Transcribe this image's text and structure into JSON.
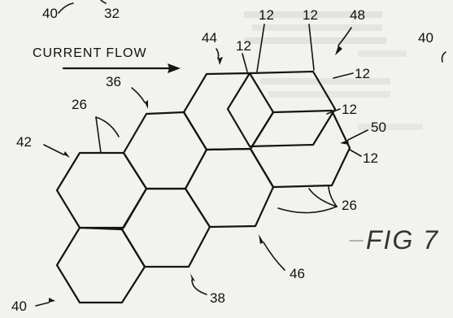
{
  "labels": {
    "top_40": "40",
    "top_32": "32",
    "r1": "12",
    "r2": "12",
    "r48": "48",
    "right_40": "40",
    "r44": "44",
    "r12_upper": "12",
    "r12_right": "12",
    "r12_mid": "12",
    "r50": "50",
    "r12_lower": "12",
    "r36": "36",
    "r26_left": "26",
    "r42": "42",
    "r26_right": "26",
    "r46": "46",
    "r38": "38",
    "bottom_40": "40"
  },
  "current_flow": "CURRENT FLOW",
  "figure_label": "FIG 7"
}
